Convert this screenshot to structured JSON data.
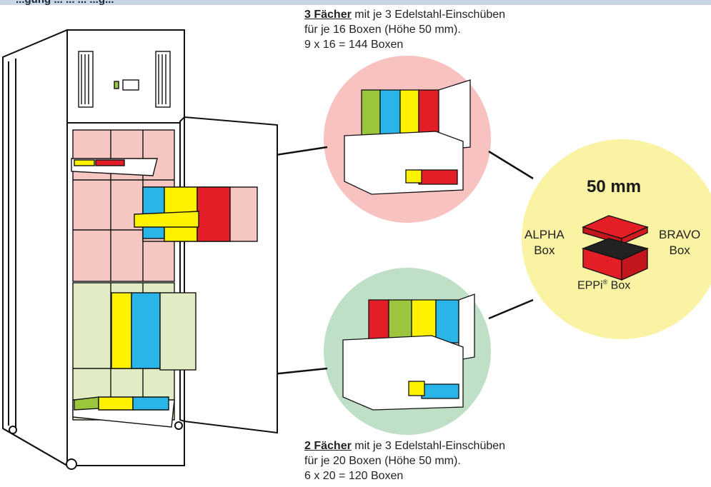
{
  "header": {
    "title_partial": "...gung ... ... ... ...g..."
  },
  "top_caption": {
    "highlight": "3 Fächer",
    "line1_rest": " mit je 3 Edelstahl-Einschüben",
    "line2": "für je 16 Boxen (Höhe 50 mm).",
    "line3": "9 x 16 = 144 Boxen"
  },
  "bottom_caption": {
    "highlight": "2 Fächer",
    "line1_rest": " mit je 3 Edelstahl-Einschüben",
    "line2": "für je 20 Boxen (Höhe 50 mm).",
    "line3": "6 x 20 = 120 Boxen"
  },
  "box_info": {
    "height": "50 mm",
    "alpha_line1": "ALPHA",
    "alpha_line2": "Box",
    "bravo_line1": "BRAVO",
    "bravo_line2": "Box",
    "eppi_name": "EPPi",
    "eppi_reg": "®",
    "eppi_suffix": " Box"
  },
  "colors": {
    "header_bar": "#c9d6e6",
    "pink_compartment": "#f6c6c2",
    "green_compartment": "#e1ebc4",
    "pink_circle": "#f7c2c0",
    "green_circle": "#bfe0c6",
    "yellow_circle": "#faf3a4",
    "box_red": "#e41e26",
    "box_yellow": "#fff200",
    "box_blue": "#29b5e8",
    "box_green": "#9bc53d"
  }
}
